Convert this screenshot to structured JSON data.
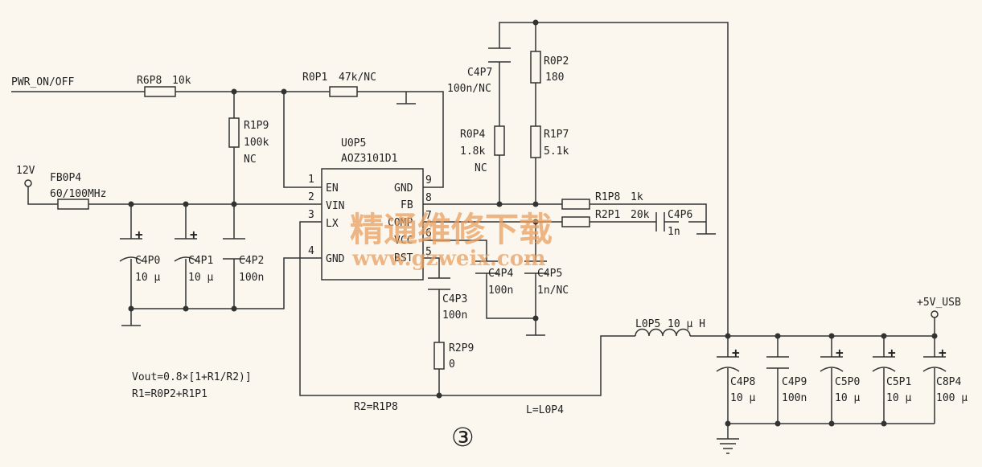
{
  "net_labels": {
    "pwr_on_off": "PWR_ON/OFF",
    "v12": "12V",
    "v5_usb": "+5V_USB"
  },
  "ic": {
    "ref": "U0P5",
    "part": "AOZ3101D1",
    "pins": [
      {
        "num": "1",
        "name": "EN"
      },
      {
        "num": "2",
        "name": "VIN"
      },
      {
        "num": "3",
        "name": "LX"
      },
      {
        "num": "4",
        "name": "GND"
      },
      {
        "num": "9",
        "name": "GND"
      },
      {
        "num": "8",
        "name": "FB"
      },
      {
        "num": "7",
        "name": "COMP"
      },
      {
        "num": "6",
        "name": "VCC"
      },
      {
        "num": "5",
        "name": "BST"
      }
    ]
  },
  "components": {
    "r6p8": {
      "ref": "R6P8",
      "value": "10k"
    },
    "r0p1": {
      "ref": "R0P1",
      "value": "47k/NC"
    },
    "r1p9": {
      "ref": "R1P9",
      "value": "100k",
      "note": "NC"
    },
    "fb0p4": {
      "ref": "FB0P4",
      "value": "60/100MHz"
    },
    "c4p0": {
      "ref": "C4P0",
      "value": "10 μ"
    },
    "c4p1": {
      "ref": "C4P1",
      "value": "10 μ"
    },
    "c4p2": {
      "ref": "C4P2",
      "value": "100n"
    },
    "c4p7": {
      "ref": "C4P7",
      "value": "100n/NC"
    },
    "r0p2": {
      "ref": "R0P2",
      "value": "180"
    },
    "r0p4": {
      "ref": "R0P4",
      "value": "1.8k",
      "note": "NC"
    },
    "r1p7": {
      "ref": "R1P7",
      "value": "5.1k"
    },
    "r1p8": {
      "ref": "R1P8",
      "value": "1k"
    },
    "r2p1": {
      "ref": "R2P1",
      "value": "20k"
    },
    "c4p6": {
      "ref": "C4P6",
      "value": "1n"
    },
    "c4p4": {
      "ref": "C4P4",
      "value": "100n"
    },
    "c4p5": {
      "ref": "C4P5",
      "value": "1n/NC"
    },
    "c4p3": {
      "ref": "C4P3",
      "value": "100n"
    },
    "r2p9": {
      "ref": "R2P9",
      "value": "0"
    },
    "l0p5": {
      "ref": "L0P5",
      "value": "10 μ H"
    },
    "c4p8": {
      "ref": "C4P8",
      "value": "10 μ"
    },
    "c4p9": {
      "ref": "C4P9",
      "value": "100n"
    },
    "c5p0": {
      "ref": "C5P0",
      "value": "10 μ"
    },
    "c5p1": {
      "ref": "C5P1",
      "value": "10 μ"
    },
    "c8p4": {
      "ref": "C8P4",
      "value": "100 μ"
    }
  },
  "notes": {
    "formula": "Vout=0.8×[1+R1/R2)]",
    "r1_def": "R1=R0P2+R1P1",
    "r2_def": "R2=R1P8",
    "l_def": "L=L0P4",
    "figure_number": "③"
  },
  "watermark": {
    "title": "精通维修下载",
    "url": "www.gzweix.com"
  }
}
